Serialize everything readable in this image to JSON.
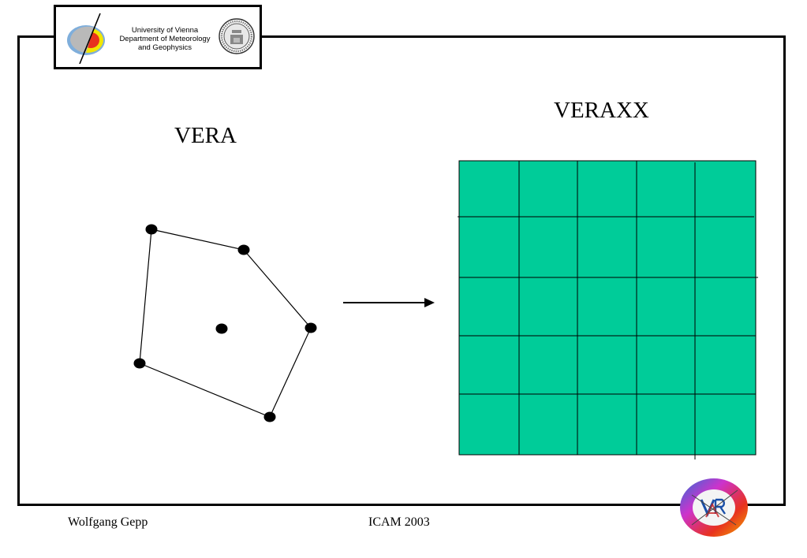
{
  "header": {
    "institution_lines": [
      "University of Vienna",
      "Department of Meteorology",
      "and Geophysics"
    ]
  },
  "diagram": {
    "left_label": "VERA",
    "right_label": "VERAXX",
    "grid": {
      "rows": 5,
      "cols": 5,
      "fill": "#00cc99"
    },
    "station_fill": "#000000"
  },
  "footer": {
    "author": "Wolfgang Gepp",
    "event": "ICAM 2003"
  },
  "colors": {
    "grid_fill": "#00cc99",
    "frame": "#000000"
  },
  "icons": [
    "university-department-logo-icon",
    "university-seal-icon",
    "vera-logo-icon"
  ]
}
